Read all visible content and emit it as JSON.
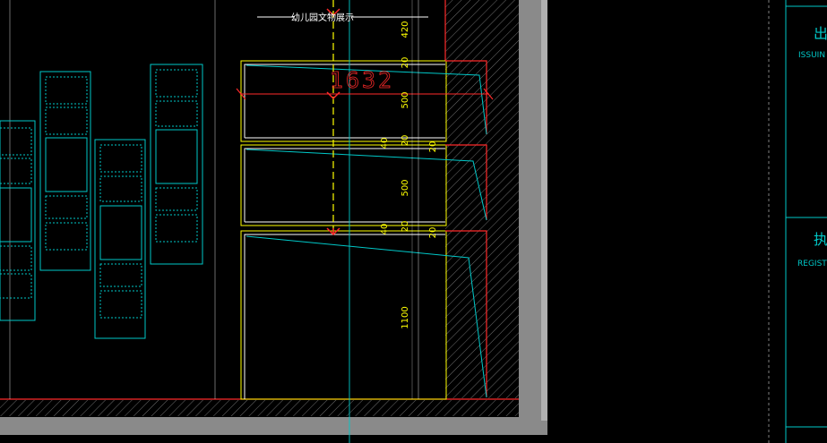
{
  "drawing": {
    "title_label": "幼儿园文物展示",
    "overall_width_dim": "1632",
    "vertical_dims": [
      "420",
      "20",
      "500",
      "20",
      "40",
      "20",
      "500",
      "20",
      "40",
      "20",
      "1100"
    ]
  },
  "title_block": {
    "issuing_char": "出",
    "issuing_label": "ISSUIN",
    "registry_char": "执",
    "registry_label": "REGIST"
  },
  "colors": {
    "background": "#000000",
    "cyan": "#00c8c8",
    "red": "#ff2a2a",
    "yellow": "#ffff00",
    "white": "#ffffff",
    "frame_gray": "#8a8a8a"
  }
}
